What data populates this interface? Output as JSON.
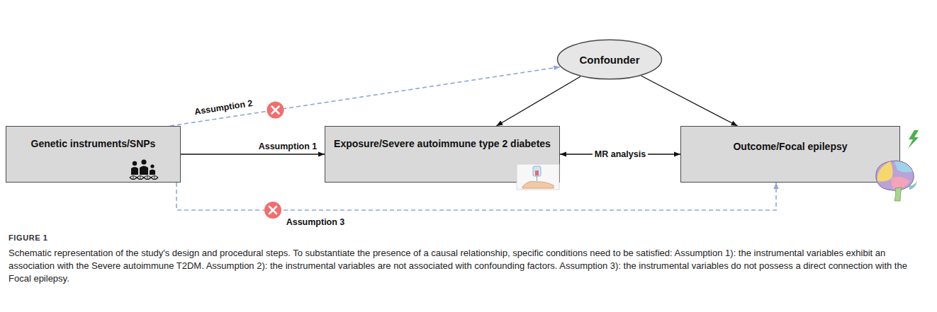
{
  "diagram": {
    "caption": "Schematic representation of the study's design and procedural steps. To substantiate the presence of a causal relationship, specific conditions need to be satisfied: Assumption 1): the instrumental variables exhibit an association with the Severe autoimmune T2DM. Assumption 2): the instrumental variables are not associated with confounding factors. Assumption 3): the instrumental variables do not possess a direct connection with the Focal epilepsy.",
    "nodes": [
      {
        "text": [
          "Confounder"
        ]
      },
      {
        "text": [
          "Genetic instruments/SNPs"
        ]
      },
      {
        "text": [
          "Exposure/Severe autoimmune type 2 diabetes"
        ]
      },
      {
        "text": [
          "Outcome/Focal epilepsy"
        ]
      }
    ],
    "edges": [
      {
        "from": 1,
        "to": 2,
        "label": "Assumption 1",
        "arrow": "to"
      },
      {
        "from": 1,
        "to": 0,
        "label": "Assumption 2",
        "arrow": "to"
      },
      {
        "from": 1,
        "to": 3,
        "label": "Assumption 3",
        "arrow": "to"
      },
      {
        "from": 0,
        "to": 2,
        "arrow": "to"
      },
      {
        "from": 0,
        "to": 3,
        "arrow": "to"
      },
      {
        "from": 2,
        "to": 3,
        "label": "MR analysis",
        "arrow": "both"
      }
    ],
    "labels": [
      "FIGURE 1"
    ]
  }
}
